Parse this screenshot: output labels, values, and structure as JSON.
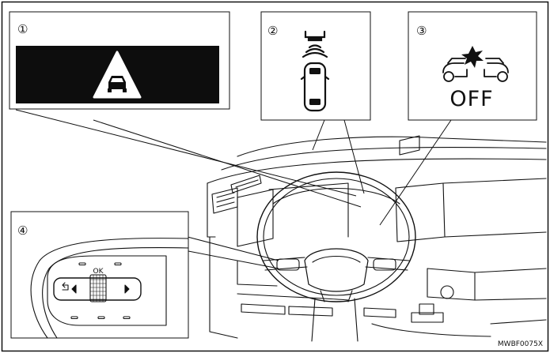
{
  "callouts": {
    "panel1": "①",
    "panel2": "②",
    "panel3": "③",
    "panel4": "④"
  },
  "panel3": {
    "off_label": "OFF"
  },
  "panel4": {
    "ok_label": "OK"
  },
  "figure_code": "MWBF0075X",
  "colors": {
    "line": "#111111",
    "fill_black": "#0d0d0d",
    "background": "#ffffff"
  },
  "icons": {
    "panel1": "vehicle-warning-triangle-icon",
    "panel2": "vehicle-distance-radar-icon",
    "panel3": "collision-system-off-icon",
    "panel4": "steering-switch-panel-icon"
  }
}
